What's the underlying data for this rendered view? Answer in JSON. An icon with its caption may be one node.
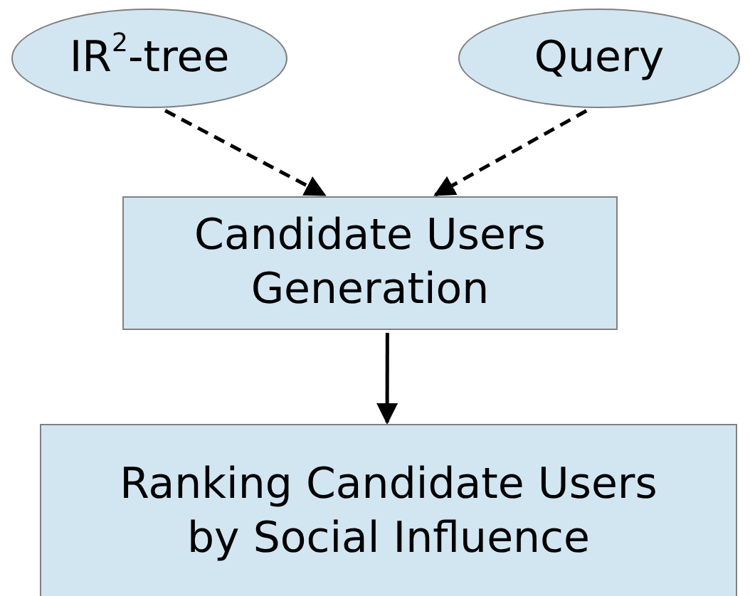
{
  "diagram": {
    "nodes": [
      {
        "text": [
          "IR$^{2}$-tree"
        ]
      },
      {
        "text": [
          "Query"
        ]
      },
      {
        "text": [
          "Candidate Users Generation"
        ]
      },
      {
        "text": [
          "Ranking Candidate Users by Social Influence"
        ]
      }
    ],
    "edges": [
      {
        "from": 0,
        "to": 2,
        "arrow": "to",
        "style": "dashed"
      },
      {
        "from": 1,
        "to": 2,
        "arrow": "to",
        "style": "dashed"
      },
      {
        "from": 2,
        "to": 3,
        "arrow": "to"
      }
    ]
  }
}
